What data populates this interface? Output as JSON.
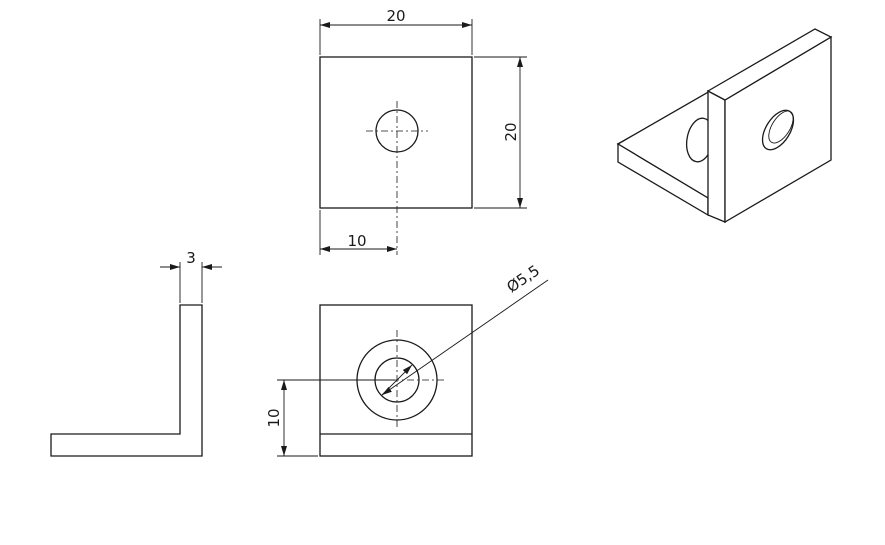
{
  "drawing": {
    "dimensions": {
      "top_width": "20",
      "top_height": "20",
      "top_hole_offset": "10",
      "side_thickness": "3",
      "front_hole_diameter": "Ø5,5",
      "front_hole_height": "10"
    }
  }
}
